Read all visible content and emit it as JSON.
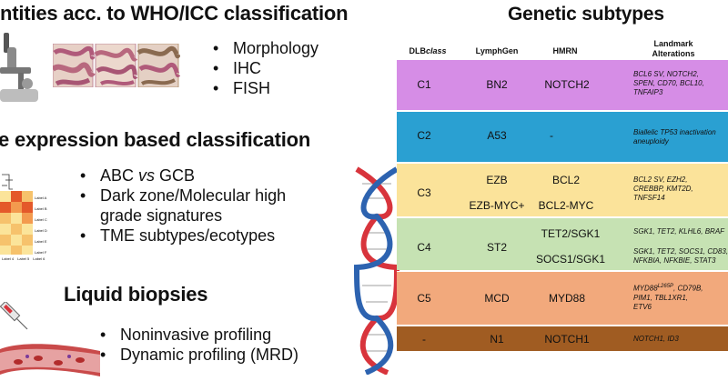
{
  "left": {
    "section1": {
      "title": "entities acc. to WHO/ICC classification",
      "bullets": [
        "Morphology",
        "IHC",
        "FISH"
      ]
    },
    "section2": {
      "title": "e expression based classification",
      "bullet_abc_pre": "ABC ",
      "bullet_abc_vs": "vs",
      "bullet_abc_post": " GCB",
      "bullet_dark_line1": "Dark zone/Molecular high",
      "bullet_dark_line2": "grade signatures",
      "bullet_tme": "TME subtypes/ecotypes",
      "heatmap_row_labels": [
        "Label A",
        "Label B",
        "Label C",
        "Label D",
        "Label E",
        "Label F"
      ],
      "heatmap_col_labels": [
        "Label 4",
        "Label 5",
        "Label 6"
      ]
    },
    "section3": {
      "title": "Liquid biopsies",
      "bullets": [
        "Noninvasive profiling",
        "Dynamic profiling (MRD)"
      ]
    }
  },
  "right": {
    "title": "Genetic subtypes",
    "headers": {
      "dlbclass_prefix": "DLB",
      "dlbclass_suffix": "class",
      "lymphgen": "LymphGen",
      "hmrn": "HMRN",
      "landmark_line1": "Landmark",
      "landmark_line2": "Alterations"
    },
    "rows": [
      {
        "dlbclass": "C1",
        "lymphgen": "BN2",
        "hmrn": "NOTCH2",
        "color": "#d68de6",
        "alterations": [
          "BCL6 SV, NOTCH2,",
          "SPEN, CD70, BCL10,",
          "TNFAIP3"
        ]
      },
      {
        "dlbclass": "C2",
        "lymphgen": "A53",
        "hmrn": "-",
        "color": "#2aa0d2",
        "alterations": [
          "Biallelic TP53 inactivation",
          "aneuploidy"
        ]
      },
      {
        "dlbclass": "C3",
        "lymphgen_a": "EZB",
        "lymphgen_b": "EZB-MYC+",
        "hmrn_a": "BCL2",
        "hmrn_b": "BCL2-MYC",
        "color": "#fbe39a",
        "alterations": [
          "BCL2 SV, EZH2,",
          "CREBBP, KMT2D,",
          "TNFSF14"
        ]
      },
      {
        "dlbclass": "C4",
        "lymphgen": "ST2",
        "hmrn_a": "TET2/SGK1",
        "hmrn_b": "SOCS1/SGK1",
        "color": "#c6e2b3",
        "alterations_a": [
          "SGK1, TET2, KLHL6, BRAF"
        ],
        "alterations_b": [
          "SGK1, TET2, SOCS1, CD83,",
          "NFKBIA, NFKBIE, STAT3"
        ]
      },
      {
        "dlbclass": "C5",
        "lymphgen": "MCD",
        "hmrn": "MYD88",
        "color": "#f2a97c",
        "alterations": [
          "MYD88",
          "L265P",
          ", CD79B,",
          "PIM1, TBL1XR1,",
          "ETV6"
        ]
      },
      {
        "dlbclass": "-",
        "lymphgen": "N1",
        "hmrn": "NOTCH1",
        "color": "#a05c22",
        "alterations": [
          "NOTCH1, ID3"
        ]
      }
    ]
  },
  "colors": {
    "dna_red": "#d8343c",
    "dna_blue": "#2d63b0",
    "tissue_pink": "#c98aa2",
    "heat_dark": "#e4592a",
    "heat_light": "#fbe49a"
  }
}
